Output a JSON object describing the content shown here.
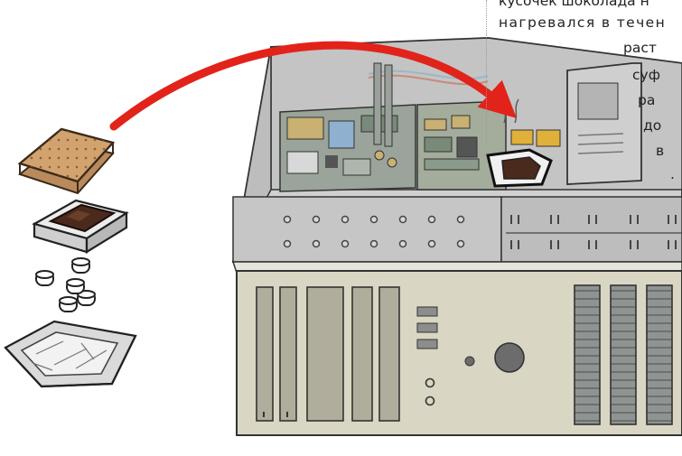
{
  "caption": {
    "line1": "кусочек шоколада н",
    "line2": "нагревался в течен",
    "line3": "раст",
    "line4": "суф",
    "line5": "ра",
    "line6": "до",
    "line7": "в",
    "line8": "."
  },
  "colors": {
    "arrow": "#e2231a",
    "cracker": "#c99a67",
    "chocolate": "#4a2a1c",
    "case_panel": "#d9d6c3",
    "vent": "#8e9290"
  },
  "icons": {
    "ingredients": [
      "graham-cracker-icon",
      "chocolate-bar-icon",
      "marshmallow-icon",
      "foil-tray-icon"
    ],
    "main": "computer-case-illustration",
    "pointer": "curved-arrow-icon"
  }
}
